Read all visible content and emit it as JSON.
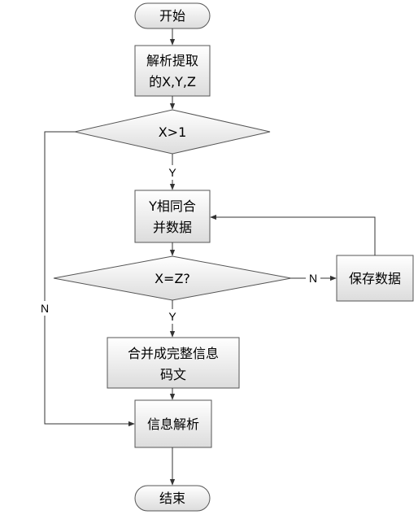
{
  "nodes": {
    "start": "开始",
    "parse_line1": "解析提取",
    "parse_line2": "的X,Y,Z",
    "cond1": "X>1",
    "merge_line1": "Y相同合",
    "merge_line2": "并数据",
    "cond2": "X=Z?",
    "save": "保存数据",
    "combine_line1": "合并成完整信息",
    "combine_line2": "码文",
    "info_parse": "信息解析",
    "end": "结束"
  },
  "edges": {
    "cond1_yes": "Y",
    "cond1_no": "N",
    "cond2_yes": "Y",
    "cond2_no": "N"
  },
  "colors": {
    "box_top": "#ffffff",
    "box_bottom": "#dcdcdc",
    "stroke": "#555555"
  }
}
